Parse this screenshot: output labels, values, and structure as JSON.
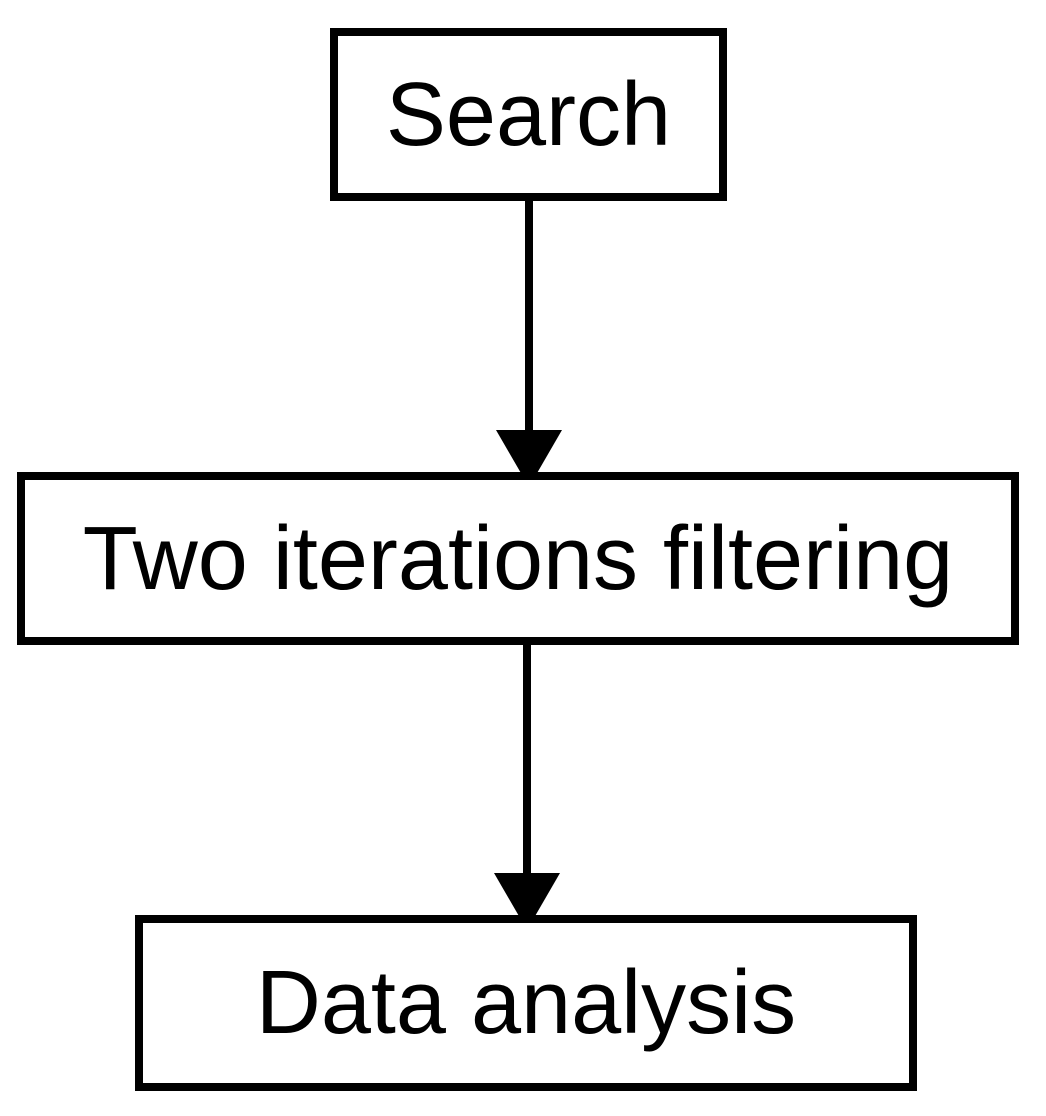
{
  "colors": {
    "ink": "#000000",
    "background": "#ffffff"
  },
  "diagram": {
    "type": "flowchart",
    "nodes": [
      {
        "id": "search",
        "label": "Search",
        "shape": "rectangle"
      },
      {
        "id": "two-iterations-filtering",
        "label": "Two iterations filtering",
        "shape": "rectangle"
      },
      {
        "id": "data-analysis",
        "label": "Data analysis",
        "shape": "rectangle"
      }
    ],
    "edges": [
      {
        "from": "search",
        "to": "two-iterations-filtering",
        "direction": "down",
        "style": "solid-arrow"
      },
      {
        "from": "two-iterations-filtering",
        "to": "data-analysis",
        "direction": "down",
        "style": "solid-arrow"
      }
    ]
  }
}
